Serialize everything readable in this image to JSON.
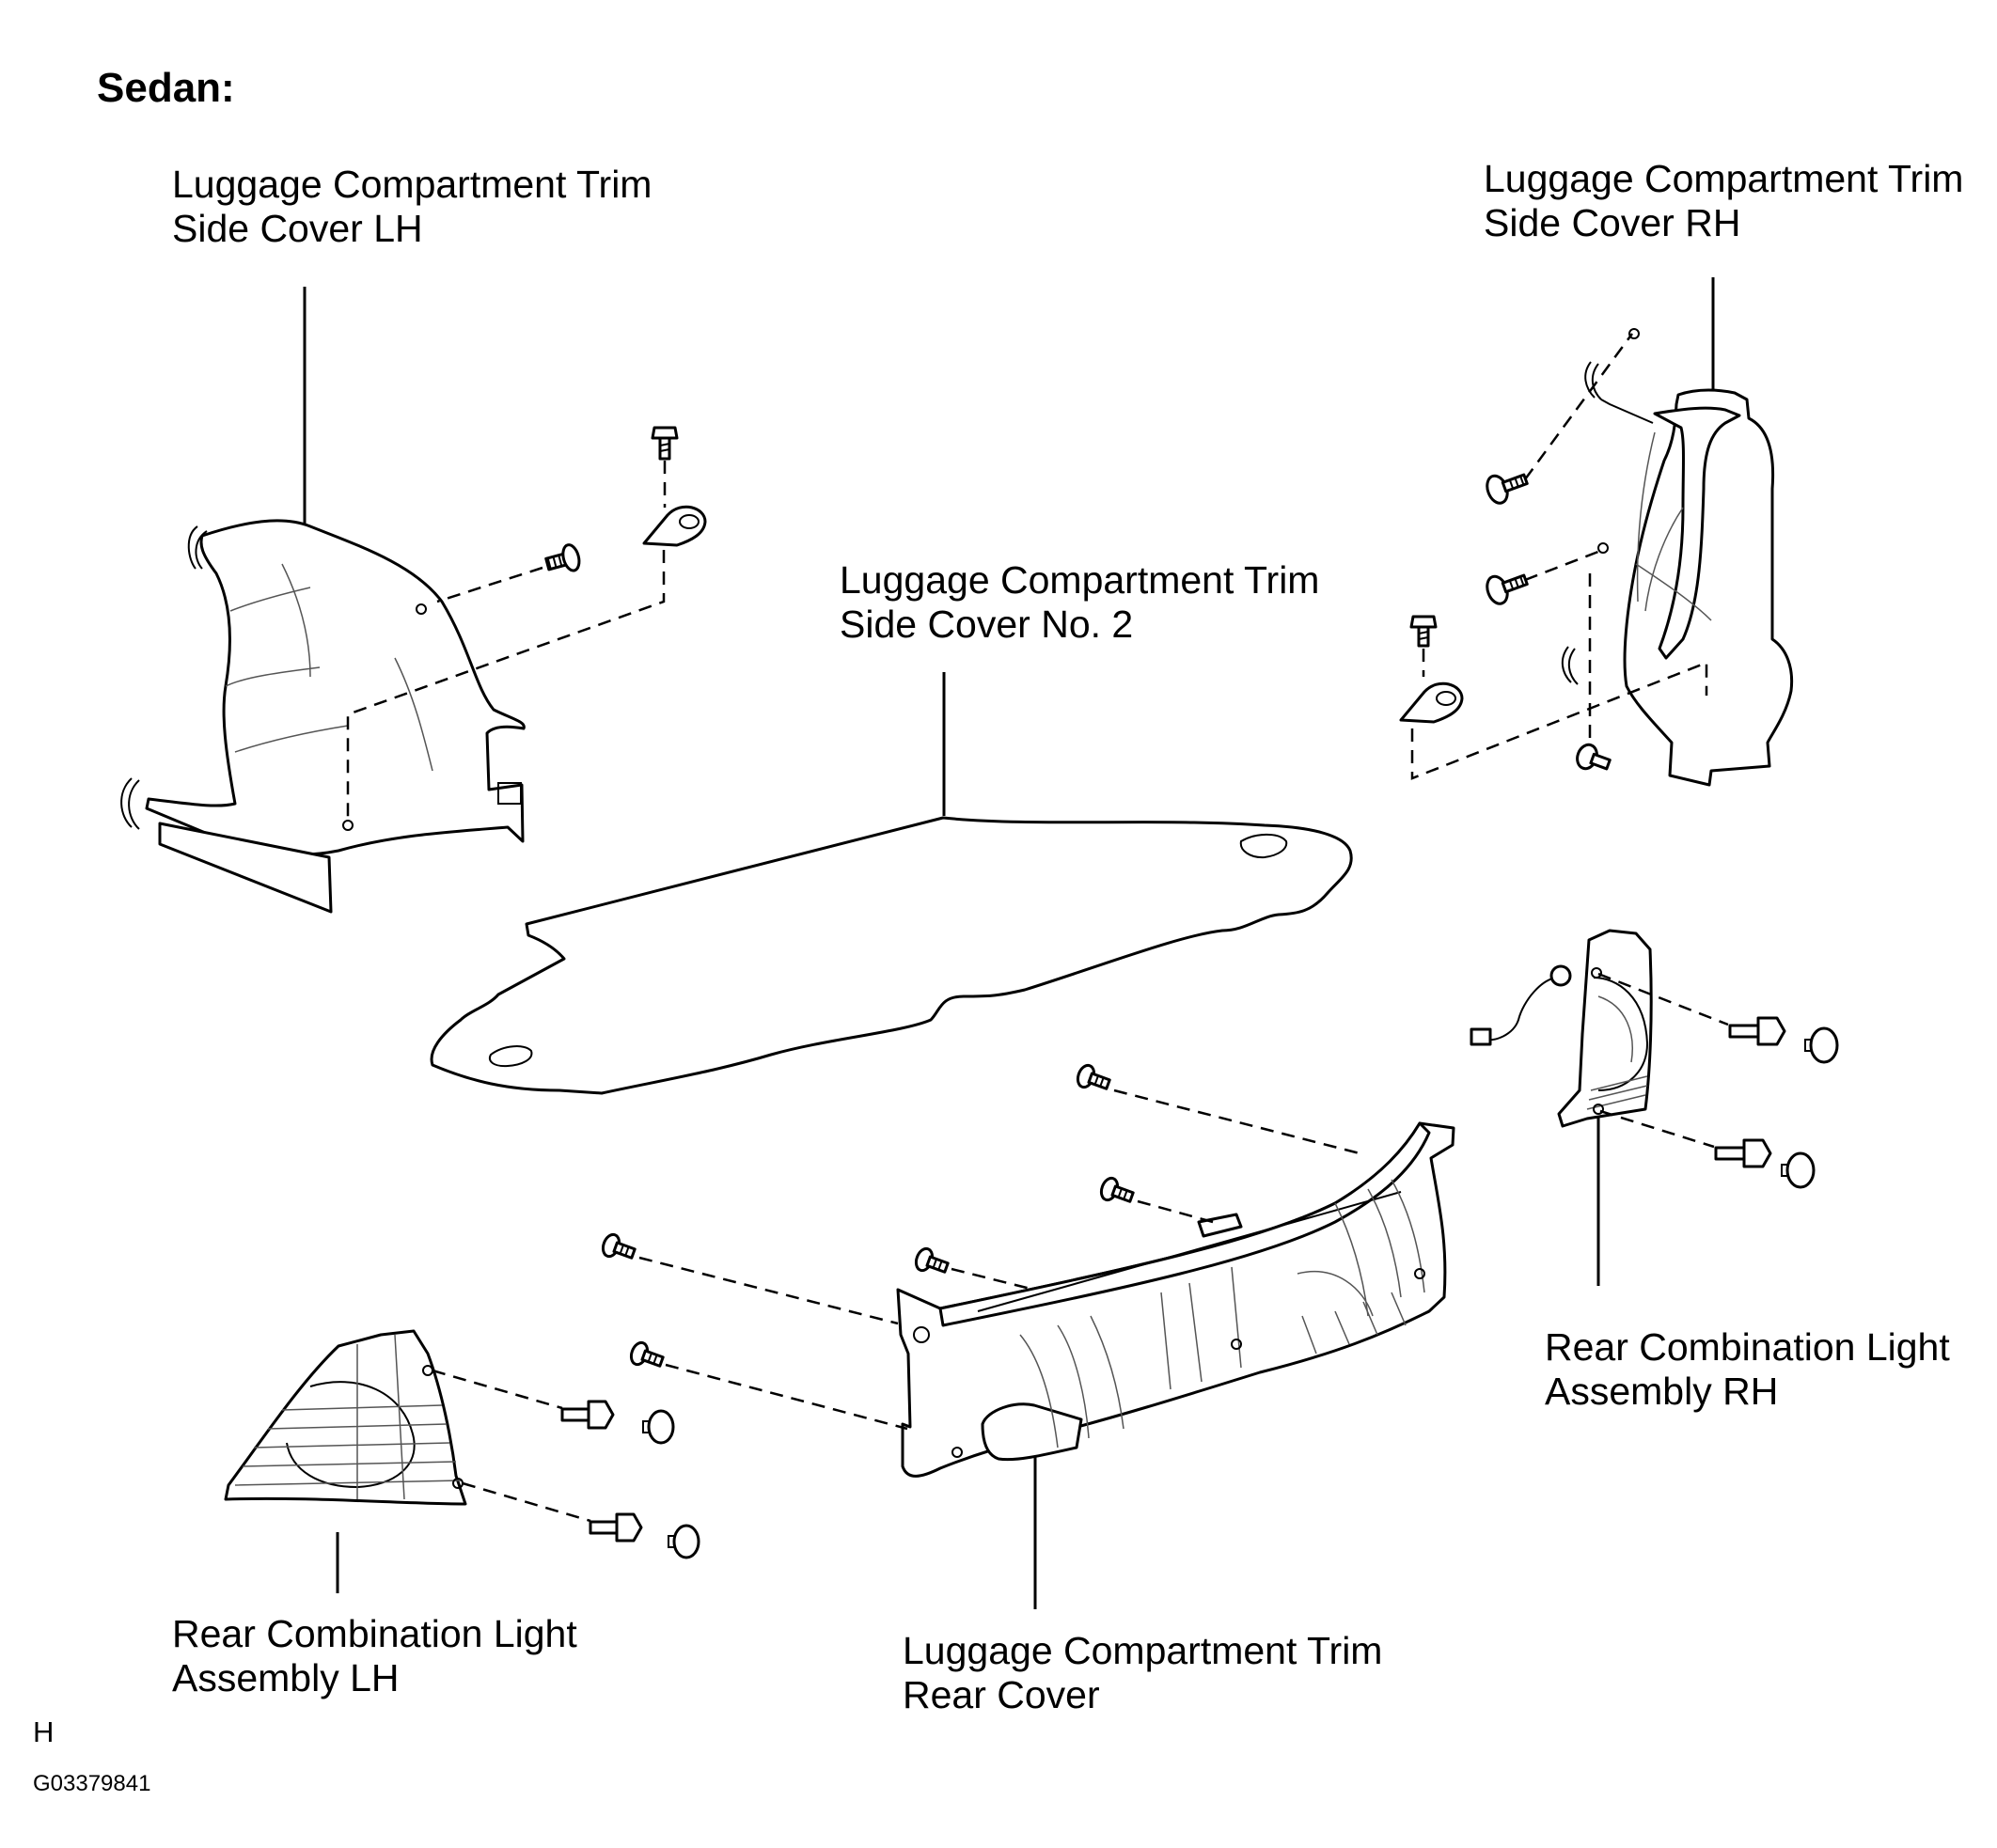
{
  "header": {
    "title": "Sedan:"
  },
  "labels": {
    "side_cover_lh": [
      "Luggage Compartment Trim",
      "Side Cover LH"
    ],
    "side_cover_rh": [
      "Luggage Compartment Trim",
      "Side Cover RH"
    ],
    "side_cover_no2": [
      "Luggage Compartment Trim",
      "Side Cover No. 2"
    ],
    "rear_light_rh": [
      "Rear Combination Light",
      "Assembly RH"
    ],
    "rear_light_lh": [
      "Rear Combination Light",
      "Assembly LH"
    ],
    "rear_cover": [
      "Luggage Compartment Trim",
      "Rear Cover"
    ]
  },
  "footer": {
    "code_letter": "H",
    "figure_id": "G03379841"
  }
}
